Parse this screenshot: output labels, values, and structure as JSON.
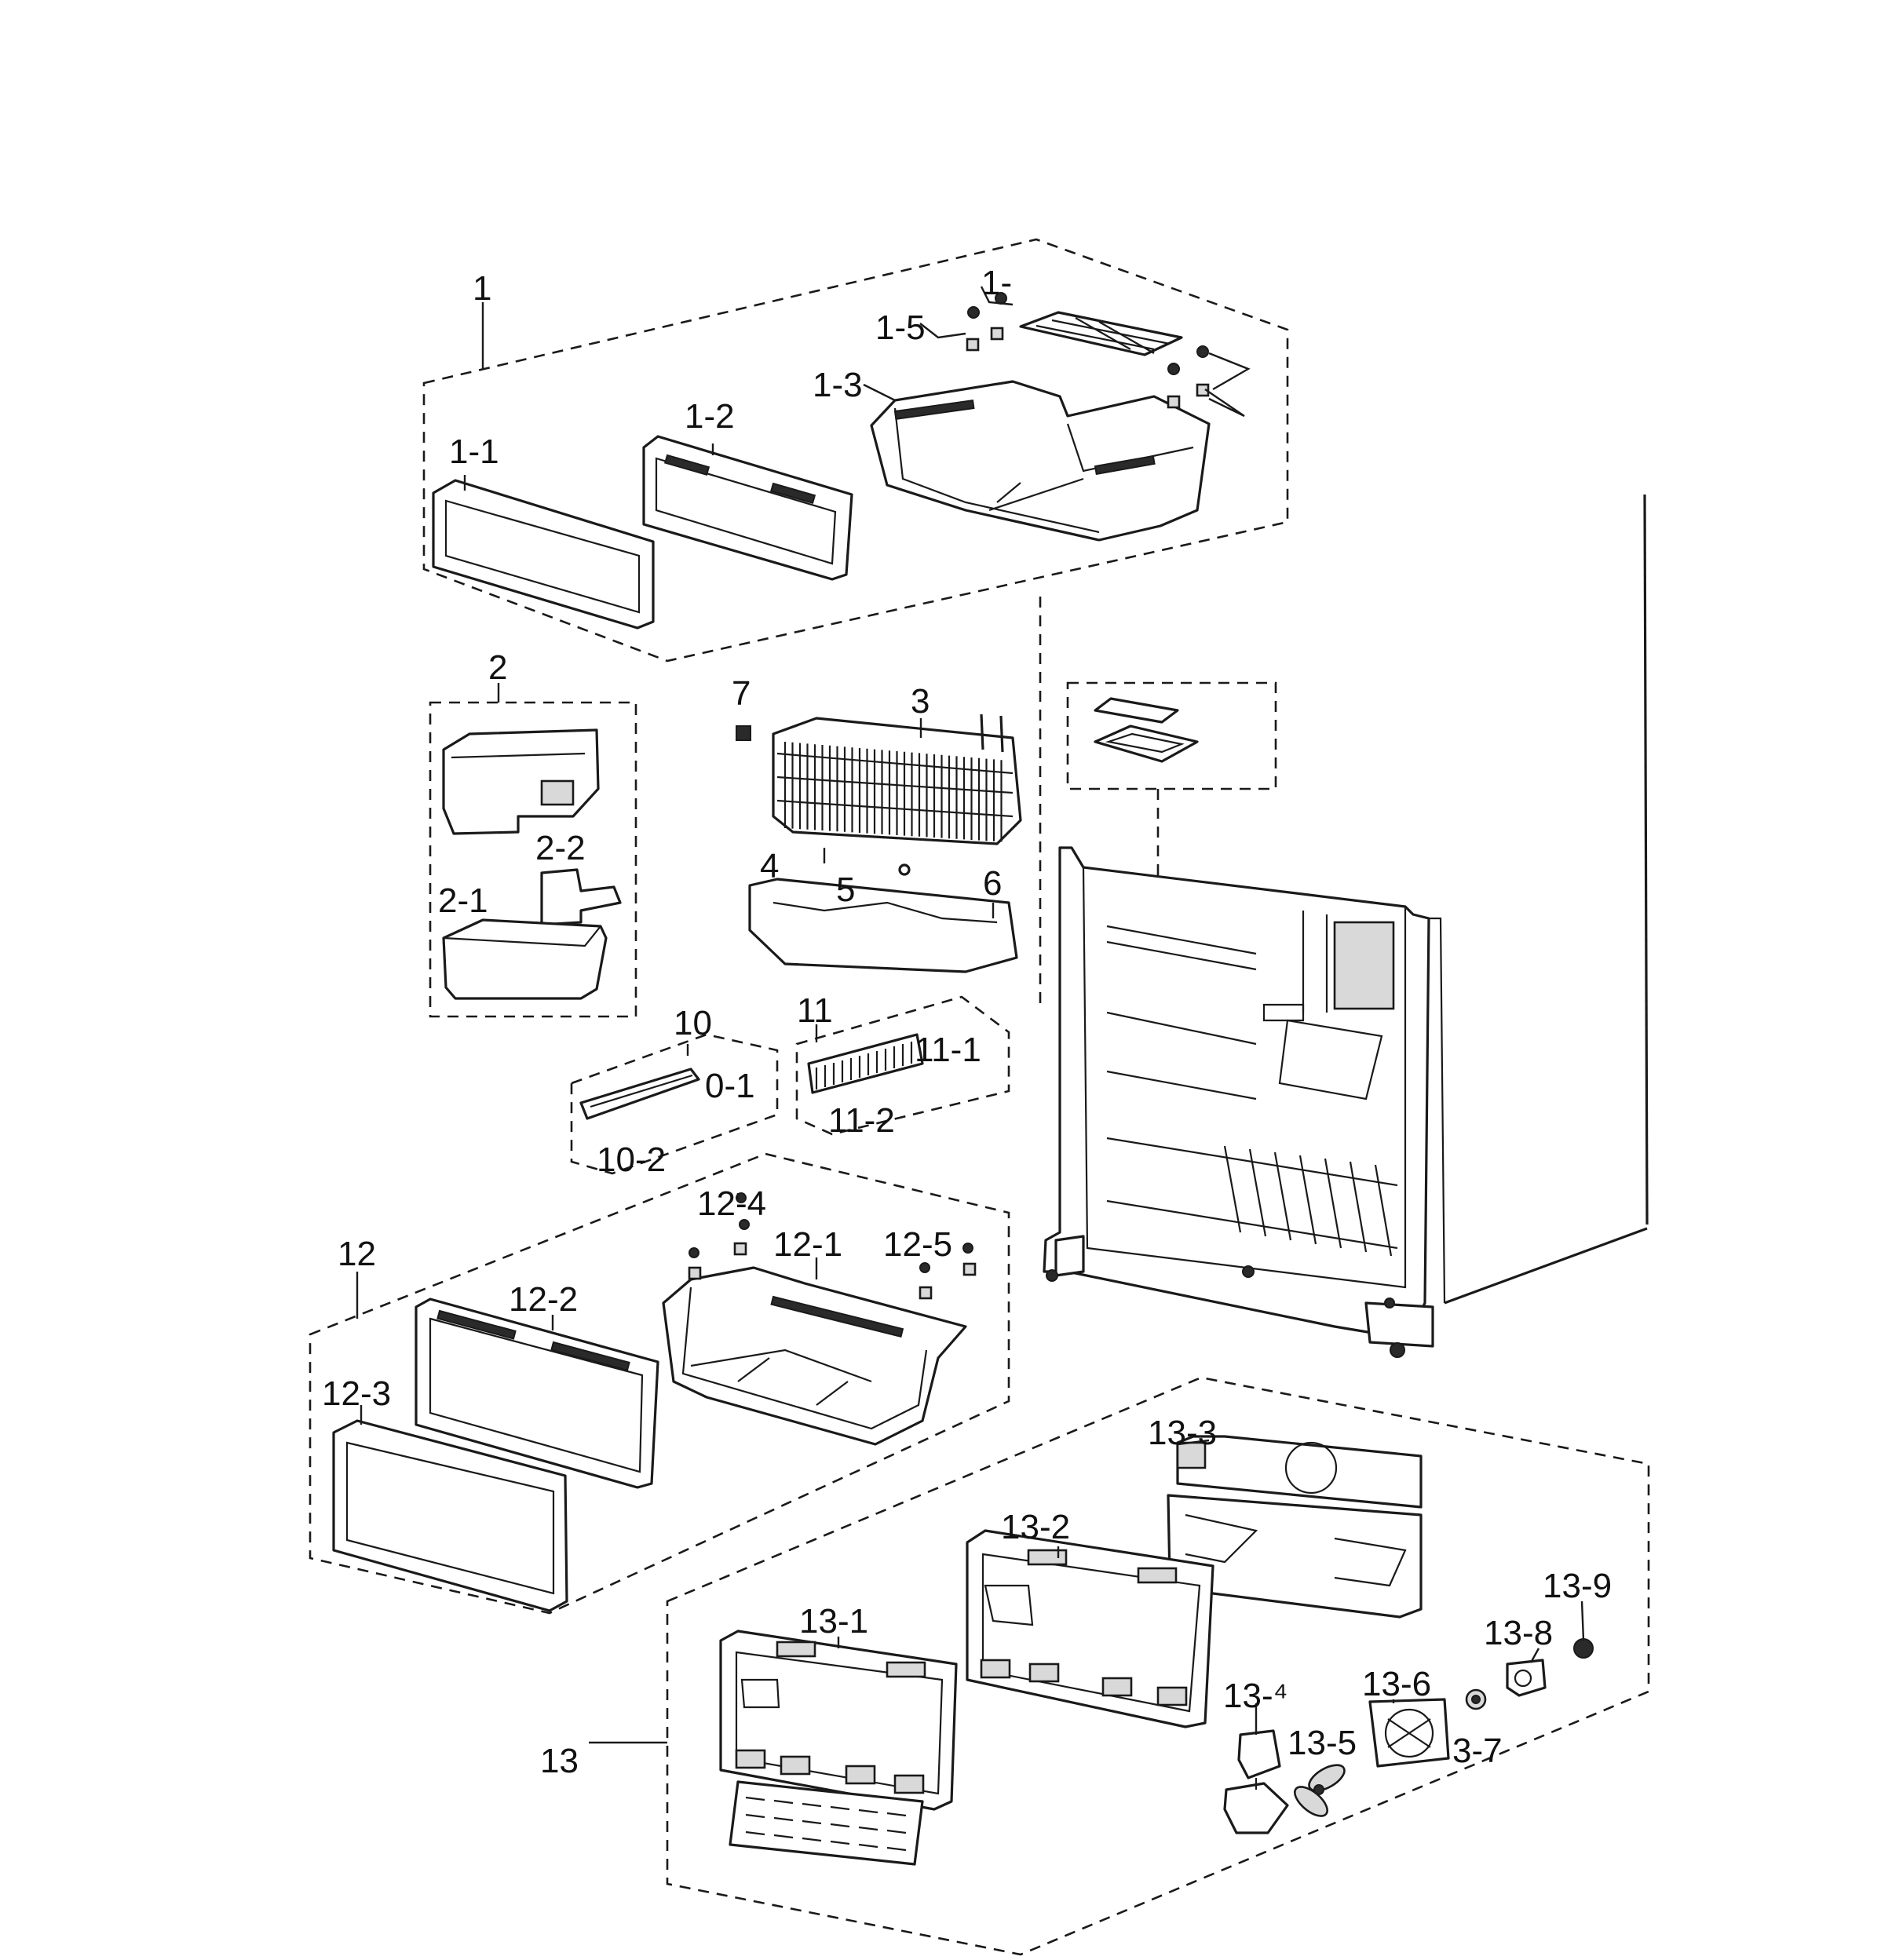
{
  "diagram": {
    "groups": [
      {
        "id": "1",
        "label": "1",
        "parts": [
          "1-1",
          "1-2",
          "1-3",
          "1-",
          "1-5"
        ]
      },
      {
        "id": "2",
        "label": "2",
        "parts": [
          "2-1",
          "2-2"
        ]
      },
      {
        "id": "3",
        "label": "3",
        "parts": [
          "4",
          "5",
          "6",
          "7"
        ]
      },
      {
        "id": "10",
        "label": "10",
        "parts": [
          "0-1",
          "10-2"
        ]
      },
      {
        "id": "11",
        "label": "11",
        "parts": [
          "11-1",
          "11-2"
        ]
      },
      {
        "id": "12",
        "label": "12",
        "parts": [
          "12-1",
          "12-2",
          "12-3",
          "12-4",
          "12-5"
        ]
      },
      {
        "id": "13",
        "label": "13",
        "parts": [
          "13-1",
          "13-2",
          "13-3",
          "13-4",
          "13-5",
          "13-6",
          "3-7",
          "13-8",
          "13-9"
        ]
      }
    ],
    "callouts": {
      "c1": "1",
      "c1_1": "1-1",
      "c1_2": "1-2",
      "c1_3": "1-3",
      "c1_4": "1-",
      "c1_5": "1-5",
      "c2": "2",
      "c2_1": "2-1",
      "c2_2": "2-2",
      "c3": "3",
      "c4": "4",
      "c5": "5",
      "c6": "6",
      "c7": "7",
      "c10": "10",
      "c10_1": "0-1",
      "c10_2": "10-2",
      "c11": "11",
      "c11_1": "11-1",
      "c11_2": "11-2",
      "c12": "12",
      "c12_1": "12-1",
      "c12_2": "12-2",
      "c12_3": "12-3",
      "c12_4": "12-4",
      "c12_5": "12-5",
      "c13": "13",
      "c13_1": "13-1",
      "c13_2": "13-2",
      "c13_3": "13-3",
      "c13_4": "13-⁴",
      "c13_5": "13-5",
      "c13_6": "13-6",
      "c13_7": "3-7",
      "c13_8": "13-8",
      "c13_9": "13-9"
    }
  }
}
